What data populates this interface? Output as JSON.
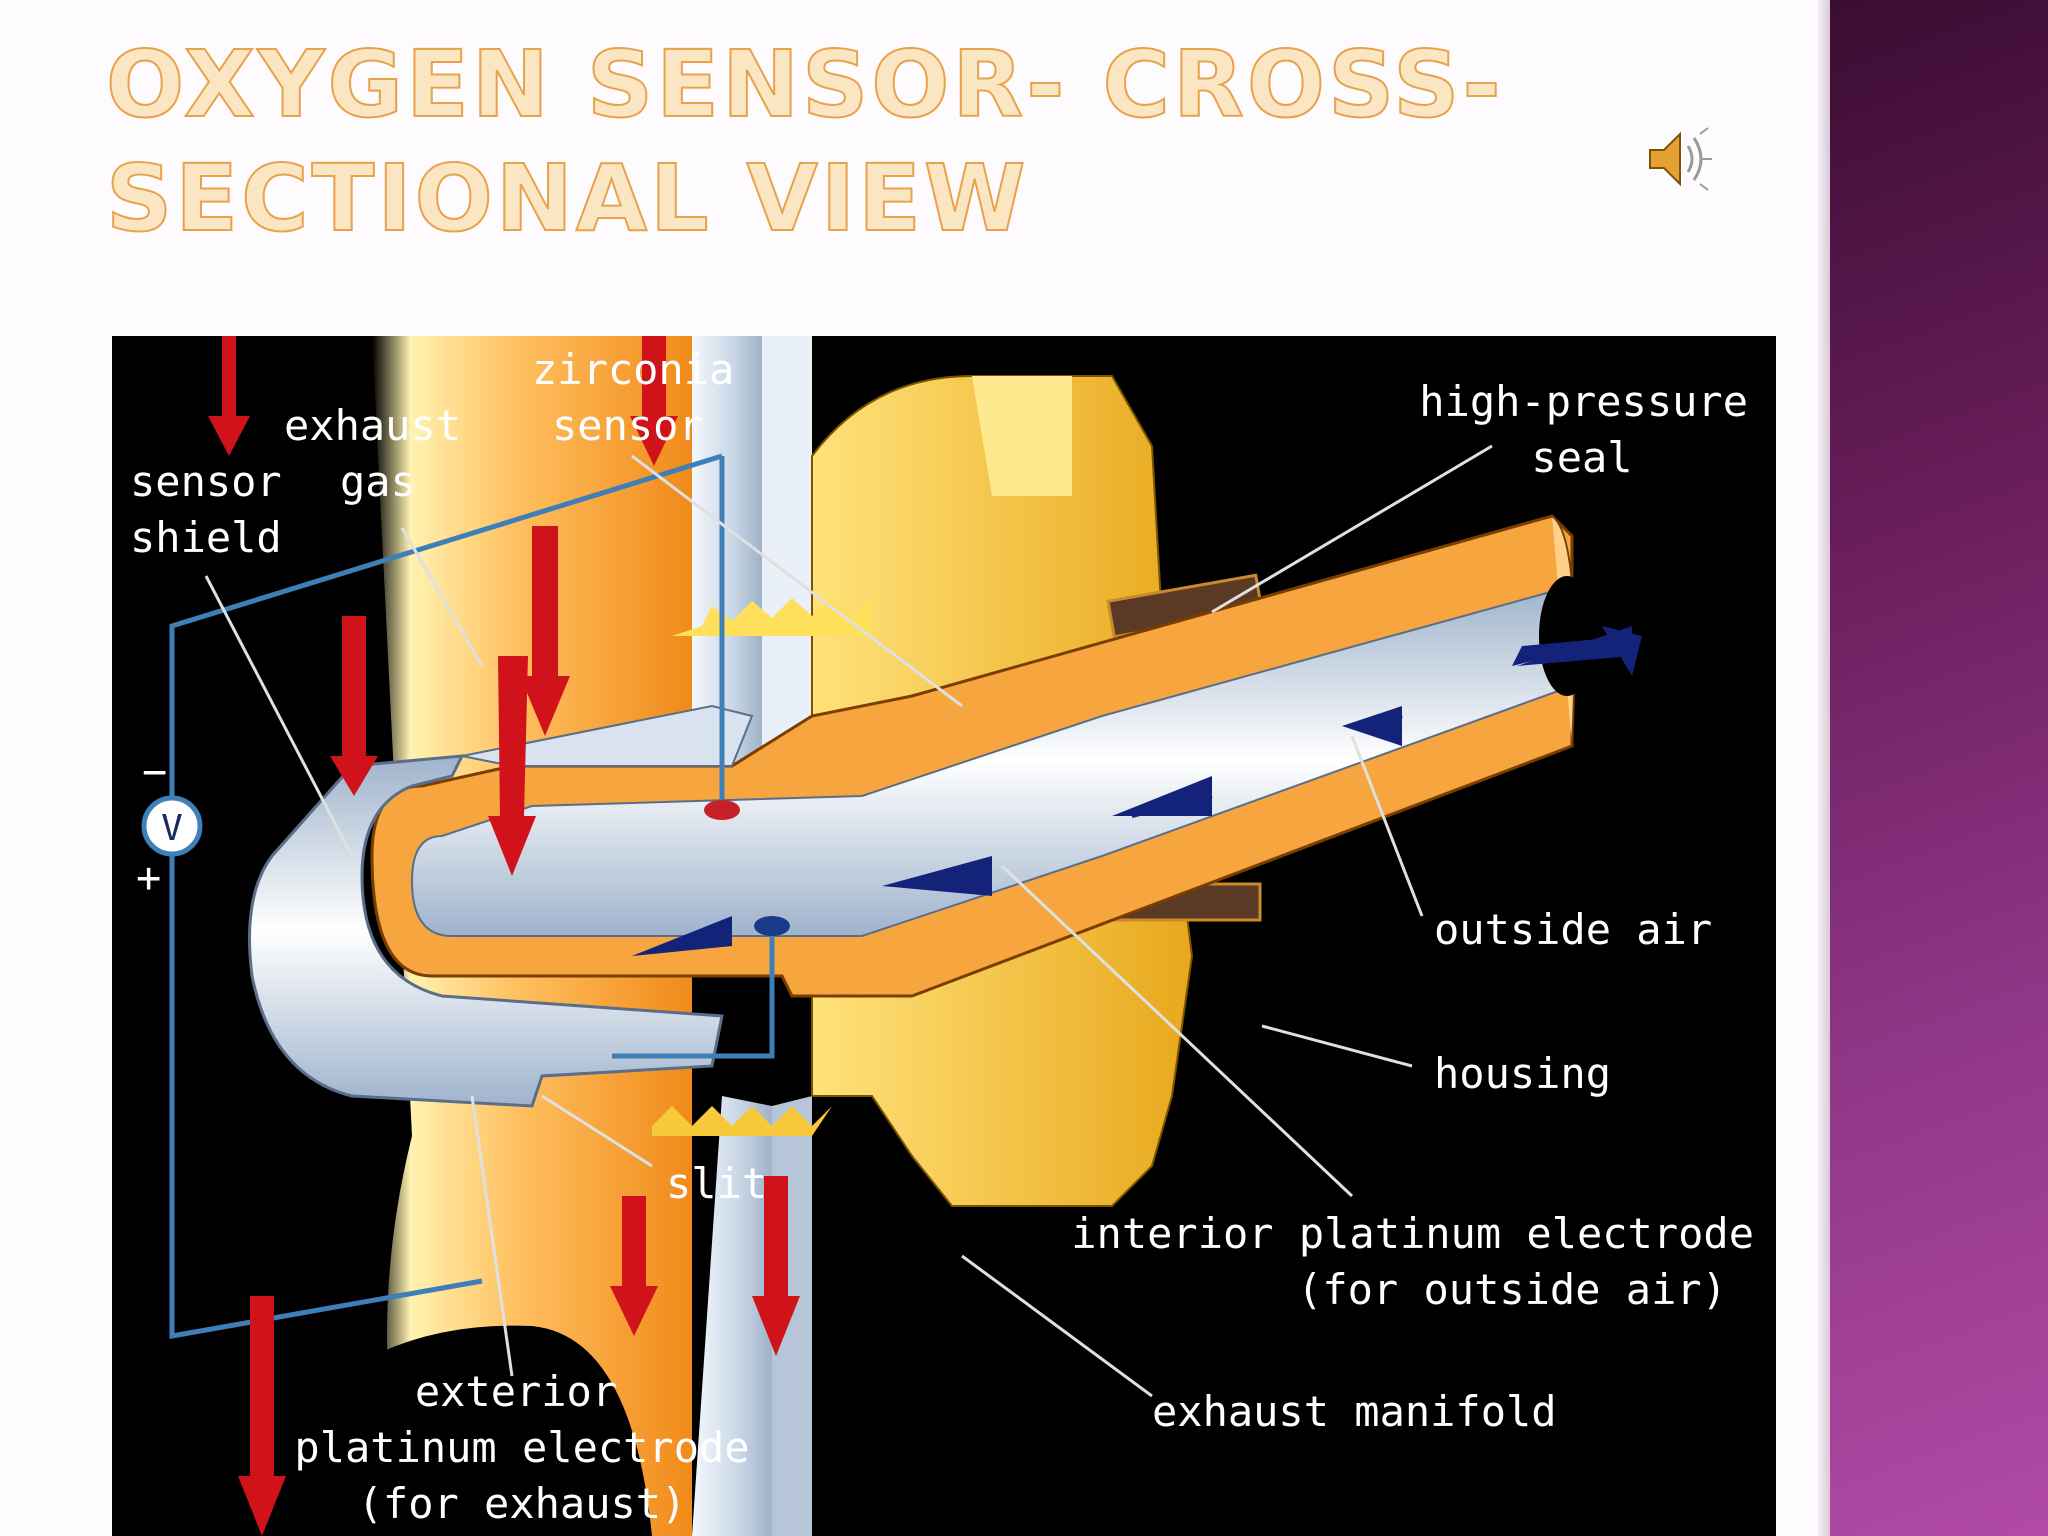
{
  "slide": {
    "title_line1": "Oxygen Sensor- Cross-",
    "title_line2": "Sectional View",
    "audio_icon": "speaker-icon"
  },
  "diagram": {
    "labels": {
      "sensor_shield": [
        "sensor",
        "shield"
      ],
      "exhaust_gas": [
        "exhaust",
        "gas"
      ],
      "zirconia_sensor": [
        "zirconia",
        "sensor"
      ],
      "high_pressure_seal": [
        "high-pressure",
        "seal"
      ],
      "outside_air": "outside air",
      "housing": "housing",
      "interior_electrode": [
        "interior platinum electrode",
        "(for outside air)"
      ],
      "exhaust_manifold": "exhaust manifold",
      "slit": "slit",
      "exterior_electrode": [
        "exterior",
        "platinum electrode",
        "(for exhaust)"
      ],
      "voltmeter": "V",
      "minus": "−",
      "plus": "+"
    },
    "colors": {
      "background": "#000000",
      "exhaust_flow": "#f39a2c",
      "sensor_body": "#f6a53f",
      "housing": "#f7c83a",
      "manifold_wall": "#cfdce8",
      "air_arrow": "#14237a",
      "exhaust_arrow": "#d0121b",
      "circuit_wire": "#3f7fb8"
    }
  }
}
